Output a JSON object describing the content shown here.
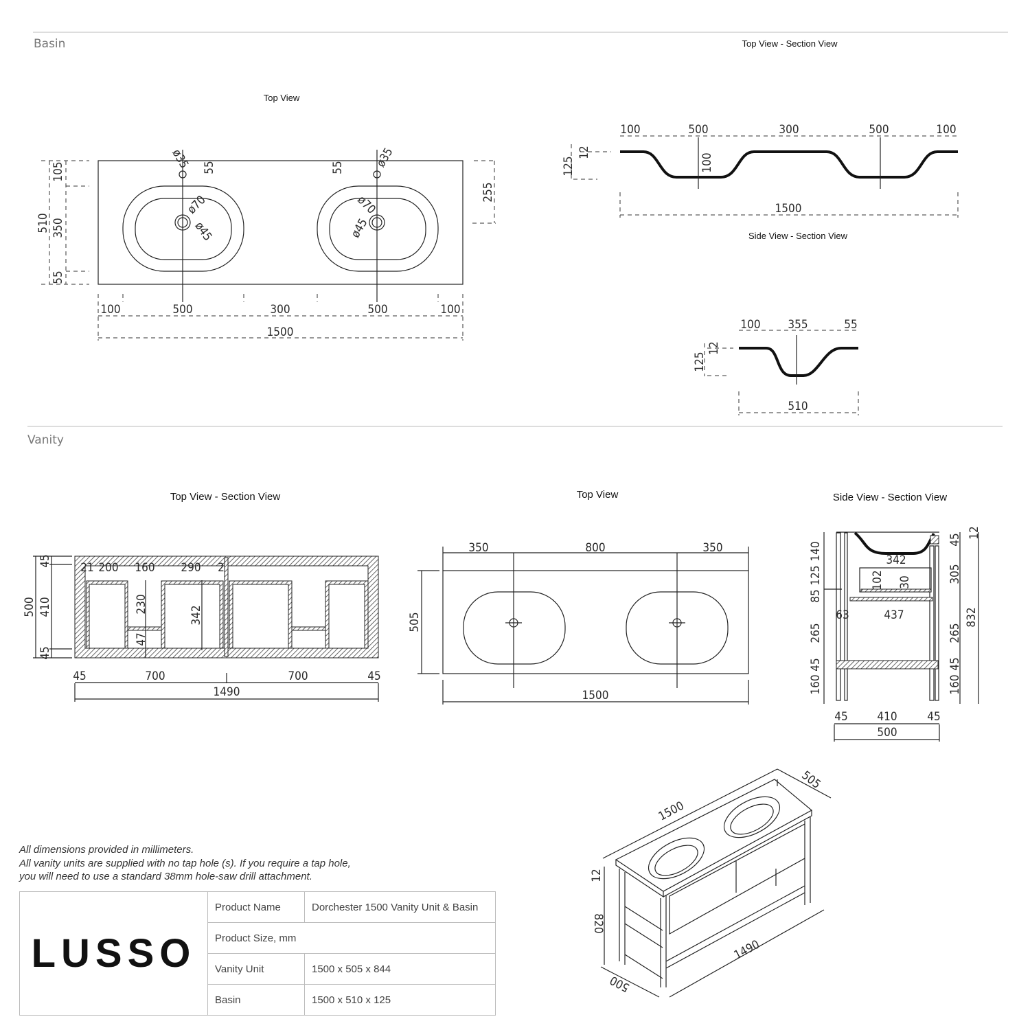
{
  "basin": {
    "section_label": "Basin",
    "top_view": {
      "title": "Top View",
      "left": [
        "510",
        "105",
        "350",
        "55"
      ],
      "right": "255",
      "top": [
        "55",
        "55"
      ],
      "dia_tap": [
        "ø35",
        "ø35"
      ],
      "dia_outer": [
        "ø70",
        "ø70"
      ],
      "dia_drain": [
        "ø45",
        "ø45"
      ],
      "bottom": [
        "100",
        "500",
        "300",
        "500",
        "100"
      ],
      "overall": "1500"
    },
    "section_view": {
      "title": "Top View - Section View",
      "top": [
        "100",
        "500",
        "300",
        "500",
        "100"
      ],
      "overall": "1500",
      "left": [
        "125",
        "12"
      ],
      "depth": "100"
    },
    "side_view": {
      "title": "Side View - Section View",
      "top": [
        "100",
        "355",
        "55"
      ],
      "overall": "510",
      "left": [
        "125",
        "12"
      ]
    }
  },
  "vanity": {
    "section_label": "Vanity",
    "section_view": {
      "title": "Top View - Section View",
      "left": [
        "45",
        "500",
        "410",
        "45"
      ],
      "inner": [
        "21",
        "200",
        "160",
        "290",
        "2"
      ],
      "heights": [
        "230",
        "342",
        "47"
      ],
      "bottom": [
        "45",
        "700",
        "700",
        "45"
      ],
      "overall": "1490"
    },
    "top_view": {
      "title": "Top View",
      "top": [
        "350",
        "800",
        "350"
      ],
      "depth": "505",
      "overall": "1500"
    },
    "side_view": {
      "title": "Side View - Section View",
      "left": [
        "140",
        "125",
        "85",
        "265",
        "45",
        "160"
      ],
      "inner": [
        "342",
        "102",
        "30",
        "63",
        "437"
      ],
      "right": [
        "45",
        "12",
        "305",
        "832",
        "265",
        "45",
        "160"
      ],
      "bottom": [
        "45",
        "410",
        "45"
      ],
      "overall": "500"
    },
    "iso": {
      "width": "1500",
      "depth": "505",
      "top": "12",
      "height": "820",
      "base_depth": "500",
      "base_width": "1490"
    }
  },
  "notes": [
    "All dimensions provided in millimeters.",
    "All vanity units are supplied with no tap hole (s). If you require a tap hole,",
    "you will need to use a standard 38mm hole-saw drill attachment."
  ],
  "spec": {
    "logo": "LUSSO",
    "rows": [
      {
        "label": "Product Name",
        "value": "Dorchester 1500 Vanity Unit & Basin"
      },
      {
        "label": "Product Size, mm",
        "value": ""
      },
      {
        "label": "Vanity Unit",
        "value": "1500 x 505 x 844"
      },
      {
        "label": "Basin",
        "value": "1500 x 510 x 125"
      }
    ]
  }
}
